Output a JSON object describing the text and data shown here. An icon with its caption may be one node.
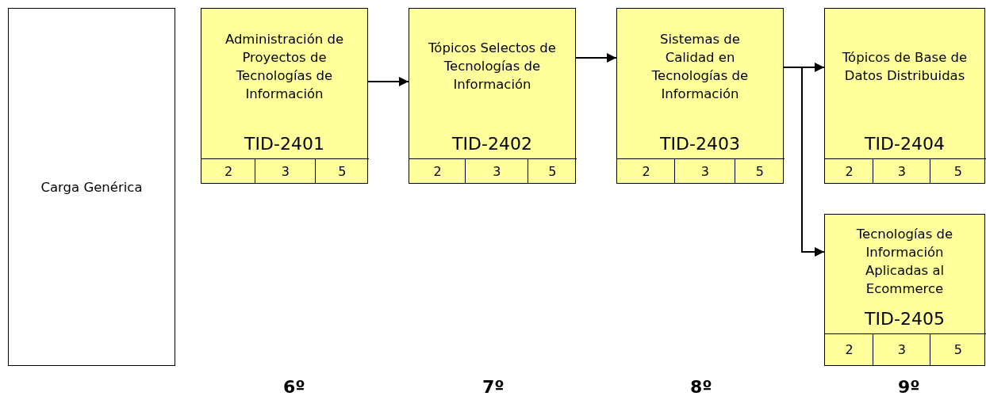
{
  "diagram": {
    "nodes": [
      {
        "text": [
          "Carga Genérica"
        ]
      },
      {
        "text": [
          "Administración de Proyectos de Tecnologías de Información",
          "TID-2401"
        ]
      },
      {
        "text": [
          "2"
        ],
        "in": 1
      },
      {
        "text": [
          "3"
        ],
        "in": 1
      },
      {
        "text": [
          "5"
        ],
        "in": 1
      },
      {
        "text": [
          "Tópicos Selectos de Tecnologías de Información",
          "TID-2402"
        ]
      },
      {
        "text": [
          "2"
        ],
        "in": 5
      },
      {
        "text": [
          "3"
        ],
        "in": 5
      },
      {
        "text": [
          "5"
        ],
        "in": 5
      },
      {
        "text": [
          "Sistemas de Calidad en Tecnologías de Información",
          "TID-2403"
        ]
      },
      {
        "text": [
          "2"
        ],
        "in": 9
      },
      {
        "text": [
          "3"
        ],
        "in": 9
      },
      {
        "text": [
          "5"
        ],
        "in": 9
      },
      {
        "text": [
          "Tópicos de Base de Datos Distribuidas",
          "TID-2404"
        ]
      },
      {
        "text": [
          "2"
        ],
        "in": 13
      },
      {
        "text": [
          "3"
        ],
        "in": 13
      },
      {
        "text": [
          "5"
        ],
        "in": 13
      },
      {
        "text": [
          "Tecnologías de Información Aplicadas al Ecommerce",
          "TID-2405"
        ]
      },
      {
        "text": [
          "2"
        ],
        "in": 17
      },
      {
        "text": [
          "3"
        ],
        "in": 17
      },
      {
        "text": [
          "5"
        ],
        "in": 17
      }
    ],
    "edges": [
      {
        "from": 1,
        "to": 5,
        "arrow": "to"
      },
      {
        "from": 5,
        "to": 9,
        "arrow": "to"
      },
      {
        "from": 9,
        "to": 13,
        "arrow": "to"
      },
      {
        "from": 9,
        "to": 17,
        "arrow": "to"
      }
    ],
    "labels": [
      "6º",
      "7º",
      "8º",
      "9º"
    ]
  }
}
